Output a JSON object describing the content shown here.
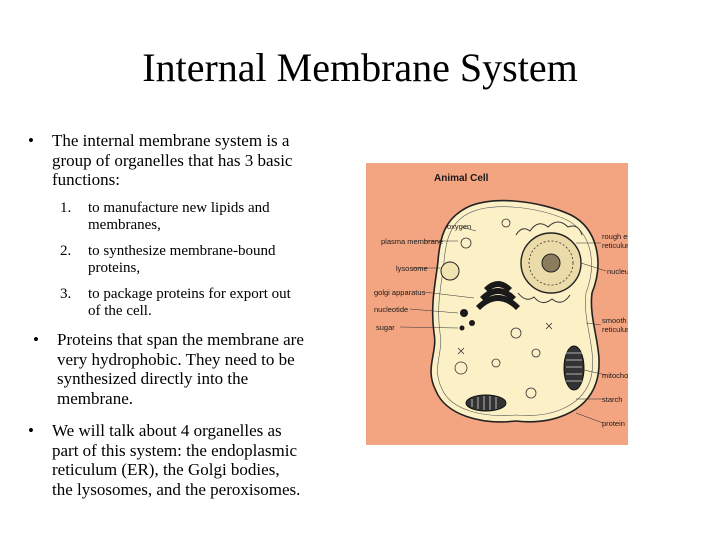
{
  "title": "Internal Membrane System",
  "bullets": [
    {
      "lines": [
        "The internal membrane system is a",
        "group of organelles that has 3 basic",
        "functions:"
      ]
    },
    {
      "lines": [
        "Proteins that span the membrane are",
        "very hydrophobic.  They need to be",
        "synthesized directly into the",
        "membrane."
      ]
    },
    {
      "lines": [
        "We will talk about 4 organelles as",
        "part of this system: the endoplasmic",
        "reticulum (ER), the Golgi bodies,",
        "the lysosomes, and the peroxisomes."
      ]
    }
  ],
  "functions": [
    {
      "num": "1.",
      "lines": [
        "to manufacture new lipids and",
        "membranes,"
      ]
    },
    {
      "num": "2.",
      "lines": [
        "to synthesize  membrane-bound",
        "proteins,"
      ]
    },
    {
      "num": "3.",
      "lines": [
        "to package proteins for export out",
        "of the cell."
      ]
    }
  ],
  "figure": {
    "title": "Animal Cell",
    "labels_left": [
      "plasma membrane",
      "lysosome",
      "golgi apparatus",
      "nucleotide",
      "sugar"
    ],
    "labels_right": [
      "rough endoplasmic",
      "reticulum",
      "nucleus",
      "smooth endoplasmic",
      "reticulum",
      "mitochondrion",
      "starch",
      "protein"
    ],
    "label_top": "oxygen"
  },
  "colors": {
    "figure_bg": "#f3a582",
    "cell_fill": "#fbf0c6"
  }
}
